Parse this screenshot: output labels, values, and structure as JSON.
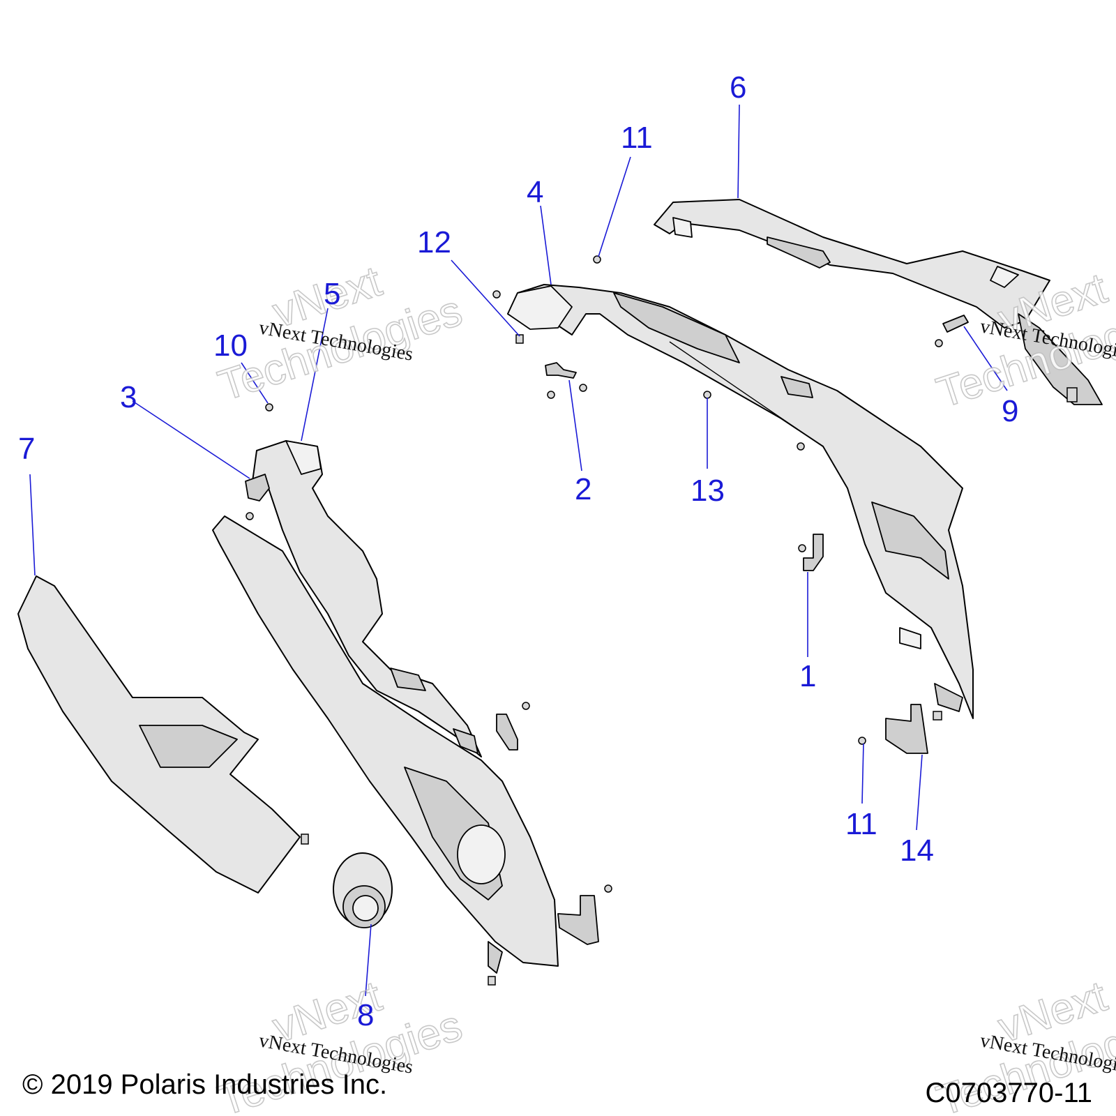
{
  "callouts": {
    "c1": "1",
    "c2": "2",
    "c3": "3",
    "c4": "4",
    "c5": "5",
    "c6": "6",
    "c7": "7",
    "c8": "8",
    "c9": "9",
    "c10": "10",
    "c11a": "11",
    "c11b": "11",
    "c12": "12",
    "c13": "13",
    "c14": "14"
  },
  "watermark": {
    "line": "vNext Technologies",
    "word1": "vNext",
    "word2": "Technologies"
  },
  "footer": {
    "copyright": "© 2019 Polaris Industries Inc.",
    "diagram_code": "C0703770-11"
  },
  "colors": {
    "callout": "#1a1ad6",
    "part_fill": "#e6e6e6"
  }
}
